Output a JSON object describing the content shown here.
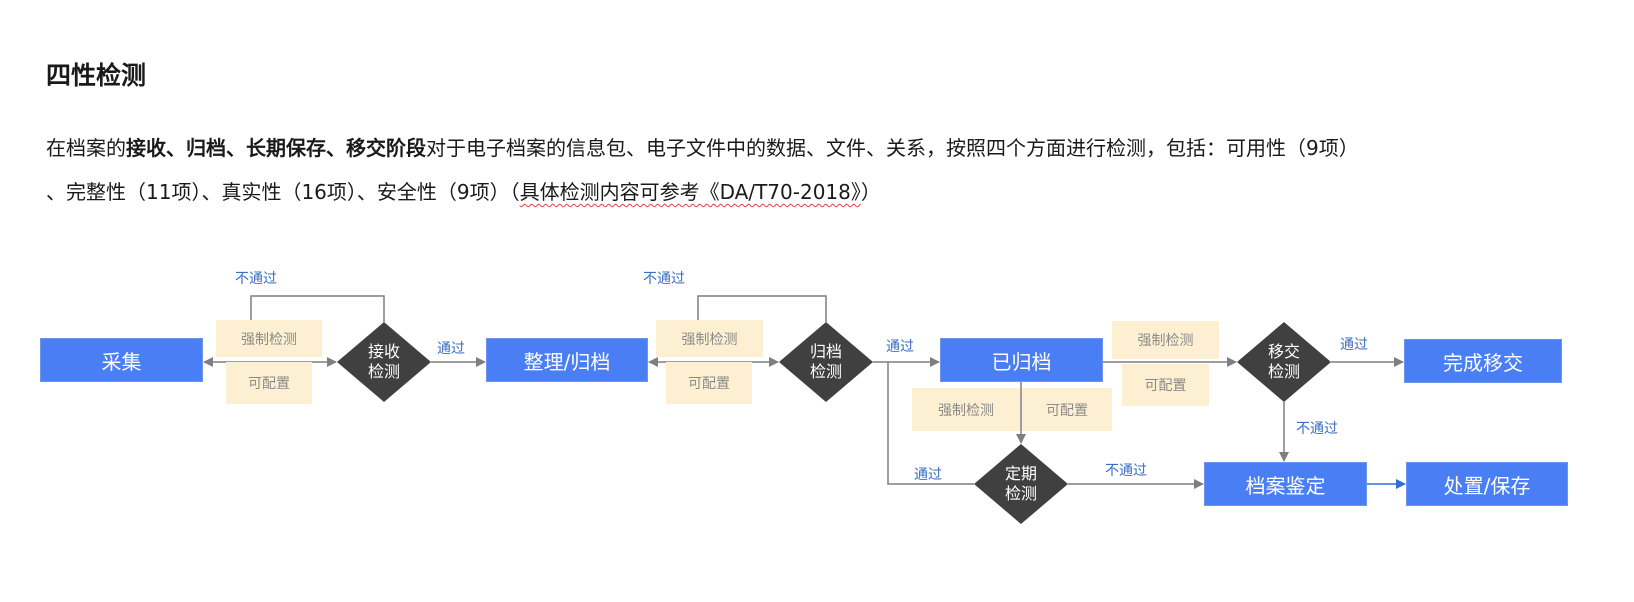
{
  "title": "四性检测",
  "paragraph": {
    "p1": "在档案的",
    "bold": "接收、归档、长期保存、移交阶段",
    "p2": "对于电子档案的信息包、电子文件中的数据、文件、关系，按照四个方面进行检测，包括：可用性（9项）",
    "p3": "、完整性（11项）、真实性（16项）、安全性（9项）（",
    "ref": "具体检测内容可参考《DA/T70-2018》",
    "p4": "）"
  },
  "diagram": {
    "nodes": {
      "collect": "采集",
      "organize": "整理/归档",
      "archived": "已归档",
      "transfer_done": "完成移交",
      "appraisal": "档案鉴定",
      "dispose": "处置/保存"
    },
    "decisions": {
      "receive": [
        "接收",
        "检测"
      ],
      "archive": [
        "归档",
        "检测"
      ],
      "periodic": [
        "定期",
        "检测"
      ],
      "transfer": [
        "移交",
        "检测"
      ]
    },
    "tags": {
      "mandatory": "强制检测",
      "configurable": "可配置"
    },
    "labels": {
      "pass": "通过",
      "fail": "不通过"
    },
    "colors": {
      "process": "#4a7ef5",
      "decision": "#404040",
      "tag": "#fdf0d2",
      "line": "#7f7f7f",
      "label": "#3a6fc4"
    }
  }
}
